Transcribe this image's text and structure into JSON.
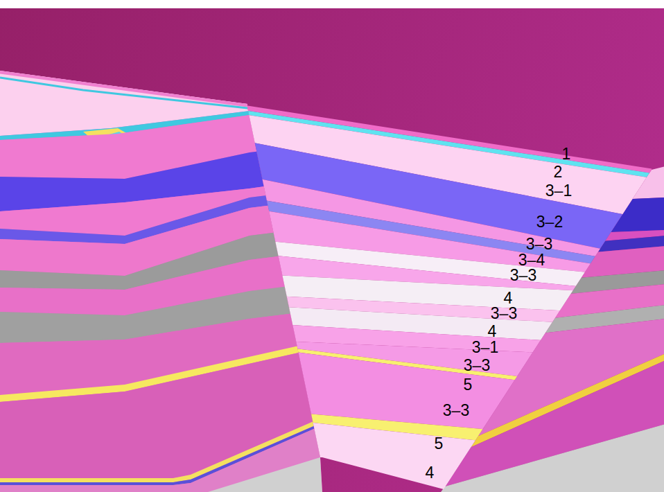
{
  "diagram": {
    "labels": [
      "1",
      "2",
      "3–1",
      "3–2",
      "3–3",
      "3–4",
      "3–3",
      "4",
      "3–3",
      "4",
      "3–1",
      "3–3",
      "5",
      "3–3",
      "5",
      "4"
    ]
  }
}
